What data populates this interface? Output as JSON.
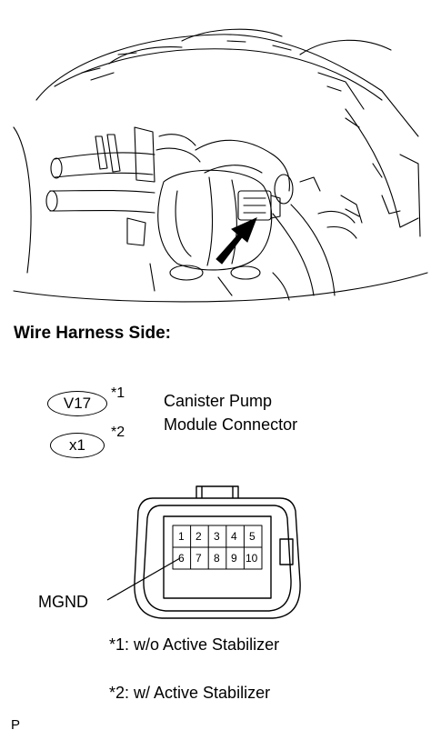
{
  "heading": "Wire Harness Side:",
  "connector_codes": [
    {
      "code": "V17",
      "note": "*1"
    },
    {
      "code": "x1",
      "note": "*2"
    }
  ],
  "connector_name_line1": "Canister Pump",
  "connector_name_line2": "Module Connector",
  "pins_top": [
    "1",
    "2",
    "3",
    "4",
    "5"
  ],
  "pins_bottom": [
    "6",
    "7",
    "8",
    "9",
    "10"
  ],
  "pin_label": "MGND",
  "footnotes": [
    "*1: w/o Active Stabilizer",
    "*2: w/ Active Stabilizer"
  ],
  "page_marker": "P"
}
